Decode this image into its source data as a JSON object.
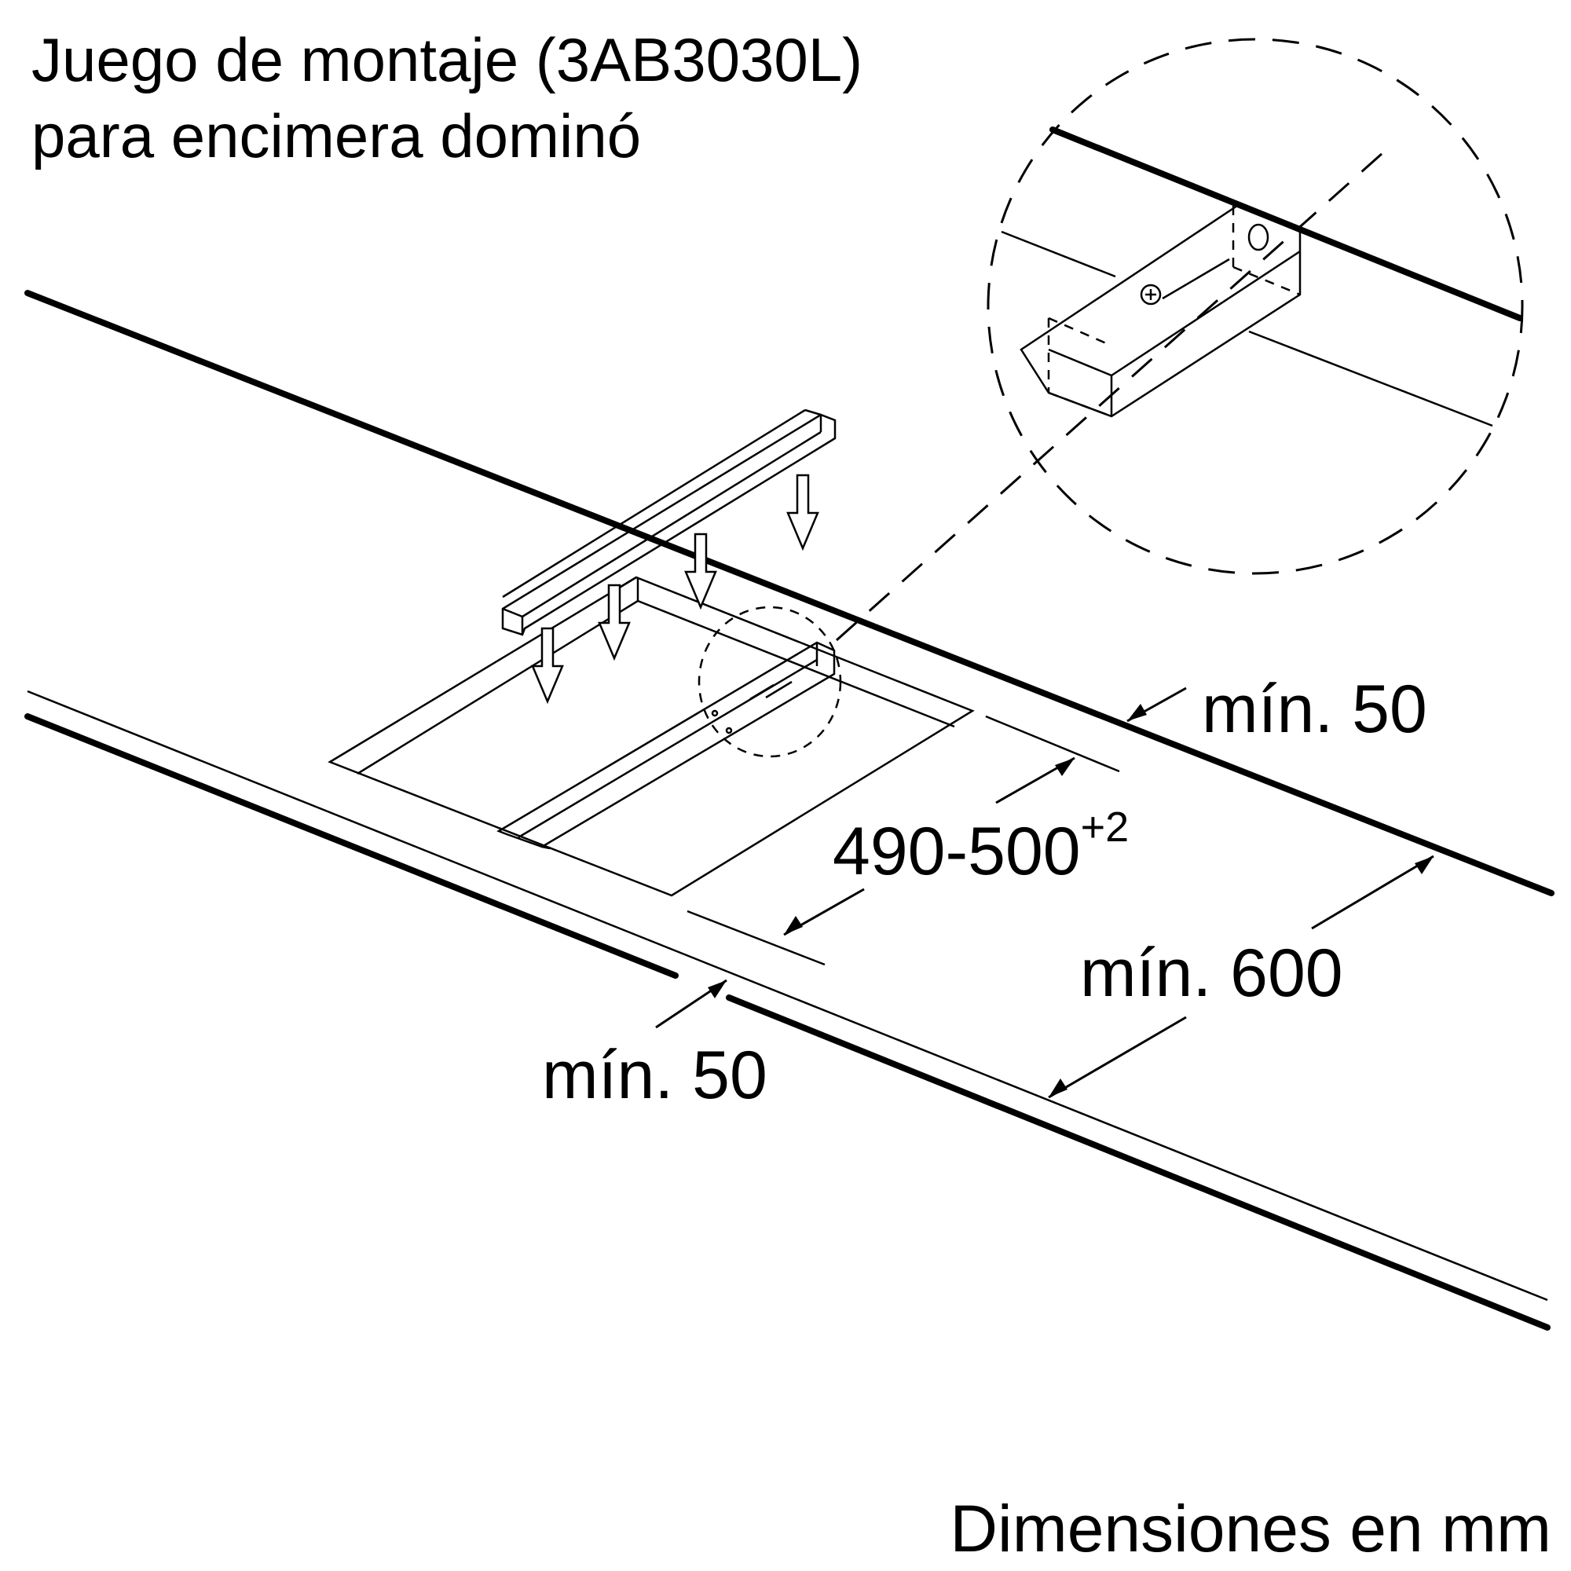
{
  "title": {
    "line1": "Juego de montaje (3AB3030L)",
    "line2": "para encimera dominó"
  },
  "dimensions": {
    "back_gap": "mín. 50",
    "cutout_base": "490-500",
    "cutout_tolerance": "+2",
    "depth": "mín. 600",
    "front_gap": "mín. 50"
  },
  "units_note": "Dimensiones en mm"
}
